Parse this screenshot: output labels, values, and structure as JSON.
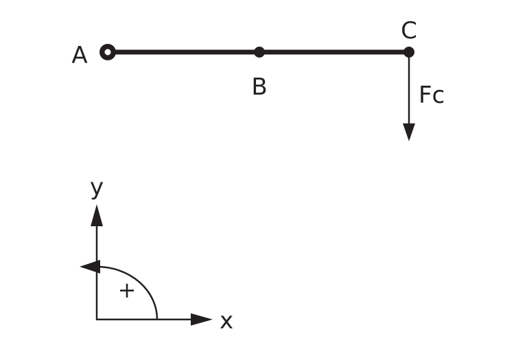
{
  "beam": {
    "points": {
      "a": "A",
      "b": "B",
      "c": "C"
    },
    "force_label": "Fc"
  },
  "axes": {
    "x_label": "x",
    "y_label": "y",
    "rotation_sign": "+"
  },
  "colors": {
    "ink": "#231f20",
    "background": "#ffffff"
  }
}
